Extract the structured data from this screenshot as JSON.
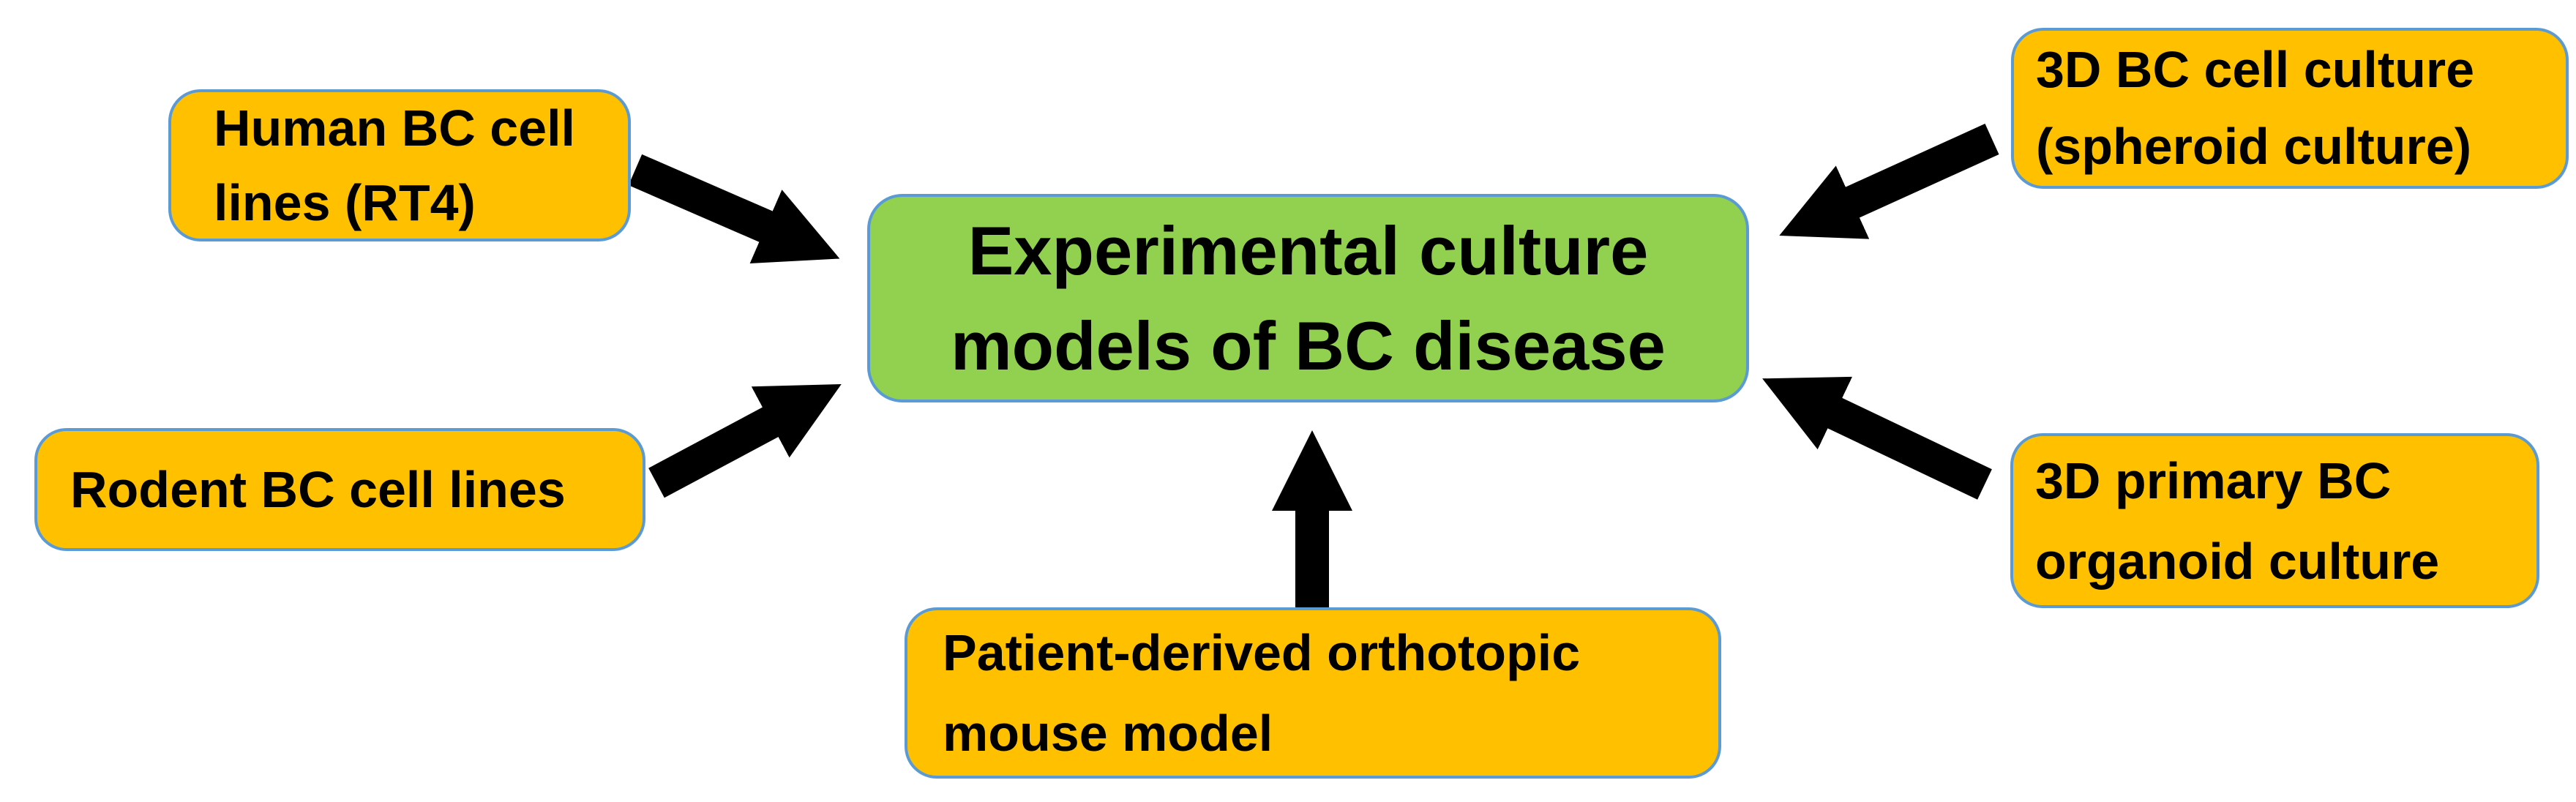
{
  "background": "#ffffff",
  "colors": {
    "background": "#ffffff",
    "node_fill": "#FFC000",
    "center_fill": "#92D050",
    "border": "#5B9BD5",
    "arrow": "#000000",
    "text": "#000000"
  },
  "diagram": {
    "type": "hub-and-spoke flow diagram",
    "center": {
      "id": "center",
      "label": "Experimental culture\nmodels of BC disease"
    },
    "nodes": [
      {
        "id": "human-bc-cell-lines",
        "label": "Human BC cell\nlines (RT4)"
      },
      {
        "id": "rodent-bc-cell-lines",
        "label": "Rodent BC cell lines"
      },
      {
        "id": "patient-derived-orthotopic-mouse-model",
        "label": "Patient-derived orthotopic\nmouse model"
      },
      {
        "id": "3d-bc-cell-culture-spheroid",
        "label": "3D BC cell culture\n(spheroid culture)"
      },
      {
        "id": "3d-primary-bc-organoid-culture",
        "label": "3D primary BC\norganoid culture"
      }
    ],
    "edges": [
      {
        "from": "human-bc-cell-lines",
        "to": "center"
      },
      {
        "from": "rodent-bc-cell-lines",
        "to": "center"
      },
      {
        "from": "patient-derived-orthotopic-mouse-model",
        "to": "center"
      },
      {
        "from": "3d-bc-cell-culture-spheroid",
        "to": "center"
      },
      {
        "from": "3d-primary-bc-organoid-culture",
        "to": "center"
      }
    ]
  }
}
